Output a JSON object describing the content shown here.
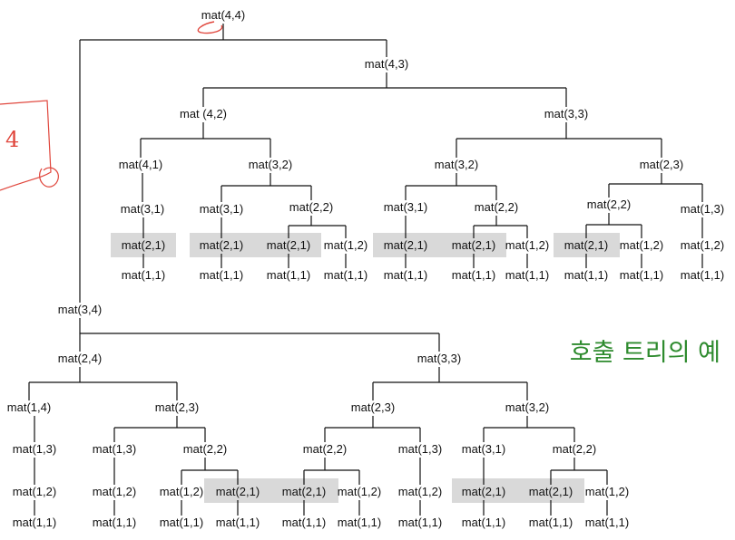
{
  "colors": {
    "line": "#111111",
    "text": "#111111",
    "highlight": "#d9d9d9",
    "caption": "#2e8b2e",
    "ink": "#e0463c"
  },
  "caption": "호출 트리의 예",
  "annotation": {
    "digit": "4"
  },
  "nodes": {
    "root": "mat(4,4)",
    "a": "mat(4,3)",
    "a1": "mat (4,2)",
    "a2": "mat(3,3)",
    "a1a": "mat(4,1)",
    "a1b": "mat(3,2)",
    "a2a": "mat(3,2)",
    "a2b": "mat(2,3)",
    "a1a1": "mat(3,1)",
    "a1a1a": "mat(2,1)",
    "a1a1a1": "mat(1,1)",
    "a1b1": "mat(3,1)",
    "a1b1a": "mat(2,1)",
    "a1b1a1": "mat(1,1)",
    "a1b2": "mat(2,2)",
    "a1b2a": "mat(2,1)",
    "a1b2a1": "mat(1,1)",
    "a1b2b": "mat(1,2)",
    "a1b2b1": "mat(1,1)",
    "a2a1": "mat(3,1)",
    "a2a1a": "mat(2,1)",
    "a2a1a1": "mat(1,1)",
    "a2a2": "mat(2,2)",
    "a2a2a": "mat(2,1)",
    "a2a2a1": "mat(1,1)",
    "a2a2b": "mat(1,2)",
    "a2a2b1": "mat(1,1)",
    "a2b1": "mat(2,2)",
    "a2b1a": "mat(2,1)",
    "a2b1a1": "mat(1,1)",
    "a2b1b": "mat(1,2)",
    "a2b1b1": "mat(1,1)",
    "a2b2": "mat(1,3)",
    "a2b2a": "mat(1,2)",
    "a2b2a1": "mat(1,1)",
    "b": "mat(3,4)",
    "b1": "mat(2,4)",
    "b2": "mat(3,3)",
    "b1a": "mat(1,4)",
    "b1a1": "mat(1,3)",
    "b1a2": "mat(1,2)",
    "b1a3": "mat(1,1)",
    "b1b": "mat(2,3)",
    "b1b1": "mat(1,3)",
    "b1b1a": "mat(1,2)",
    "b1b1a1": "mat(1,1)",
    "b1b2": "mat(2,2)",
    "b1b2a": "mat(1,2)",
    "b1b2a1": "mat(1,1)",
    "b1b2b": "mat(2,1)",
    "b1b2b1": "mat(1,1)",
    "b2a": "mat(2,3)",
    "b2a1": "mat(2,2)",
    "b2a1a": "mat(2,1)",
    "b2a1a1": "mat(1,1)",
    "b2a1b": "mat(1,2)",
    "b2a1b1": "mat(1,1)",
    "b2a2": "mat(1,3)",
    "b2a2a": "mat(1,2)",
    "b2a2a1": "mat(1,1)",
    "b2b": "mat(3,2)",
    "b2b1": "mat(3,1)",
    "b2b1a": "mat(2,1)",
    "b2b1a1": "mat(1,1)",
    "b2b2": "mat(2,2)",
    "b2b2a": "mat(2,1)",
    "b2b2a1": "mat(1,1)",
    "b2b2b": "mat(1,2)",
    "b2b2b1": "mat(1,1)"
  }
}
